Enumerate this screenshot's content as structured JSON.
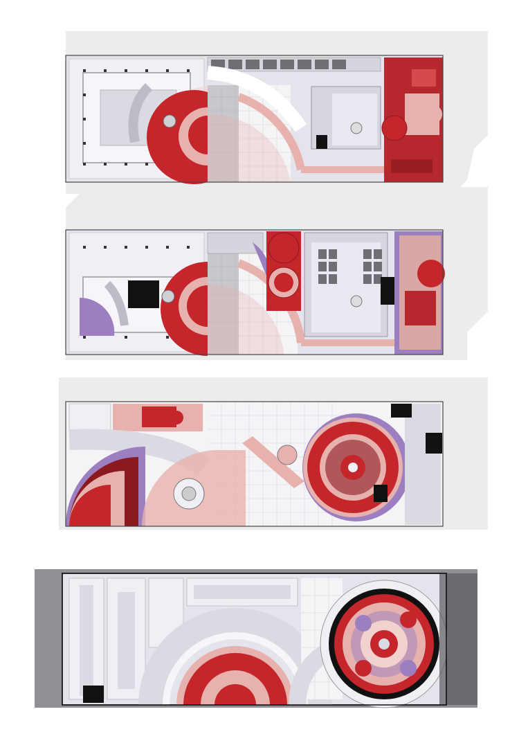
{
  "sheet": {
    "kind": "architectural floor plans, stacked",
    "plans": [
      {
        "id": "plan-1",
        "label": ""
      },
      {
        "id": "plan-2",
        "label": ""
      },
      {
        "id": "plan-3",
        "label": ""
      },
      {
        "id": "plan-4",
        "label": ""
      }
    ]
  },
  "colors": {
    "background": "#ffffff",
    "shadow": "#ececec",
    "floor": "#e4e4ec",
    "floor_light": "#efeff5",
    "wall": "#cfcfd6",
    "dark_wall": "#6e6e74",
    "red": "#c4262c",
    "red_dark": "#8a1a1f",
    "pink": "#e7b2ae",
    "pink_light": "#f1d2cf",
    "purple": "#9c7fc0",
    "grid": "#c9c9cf",
    "black": "#111111"
  }
}
